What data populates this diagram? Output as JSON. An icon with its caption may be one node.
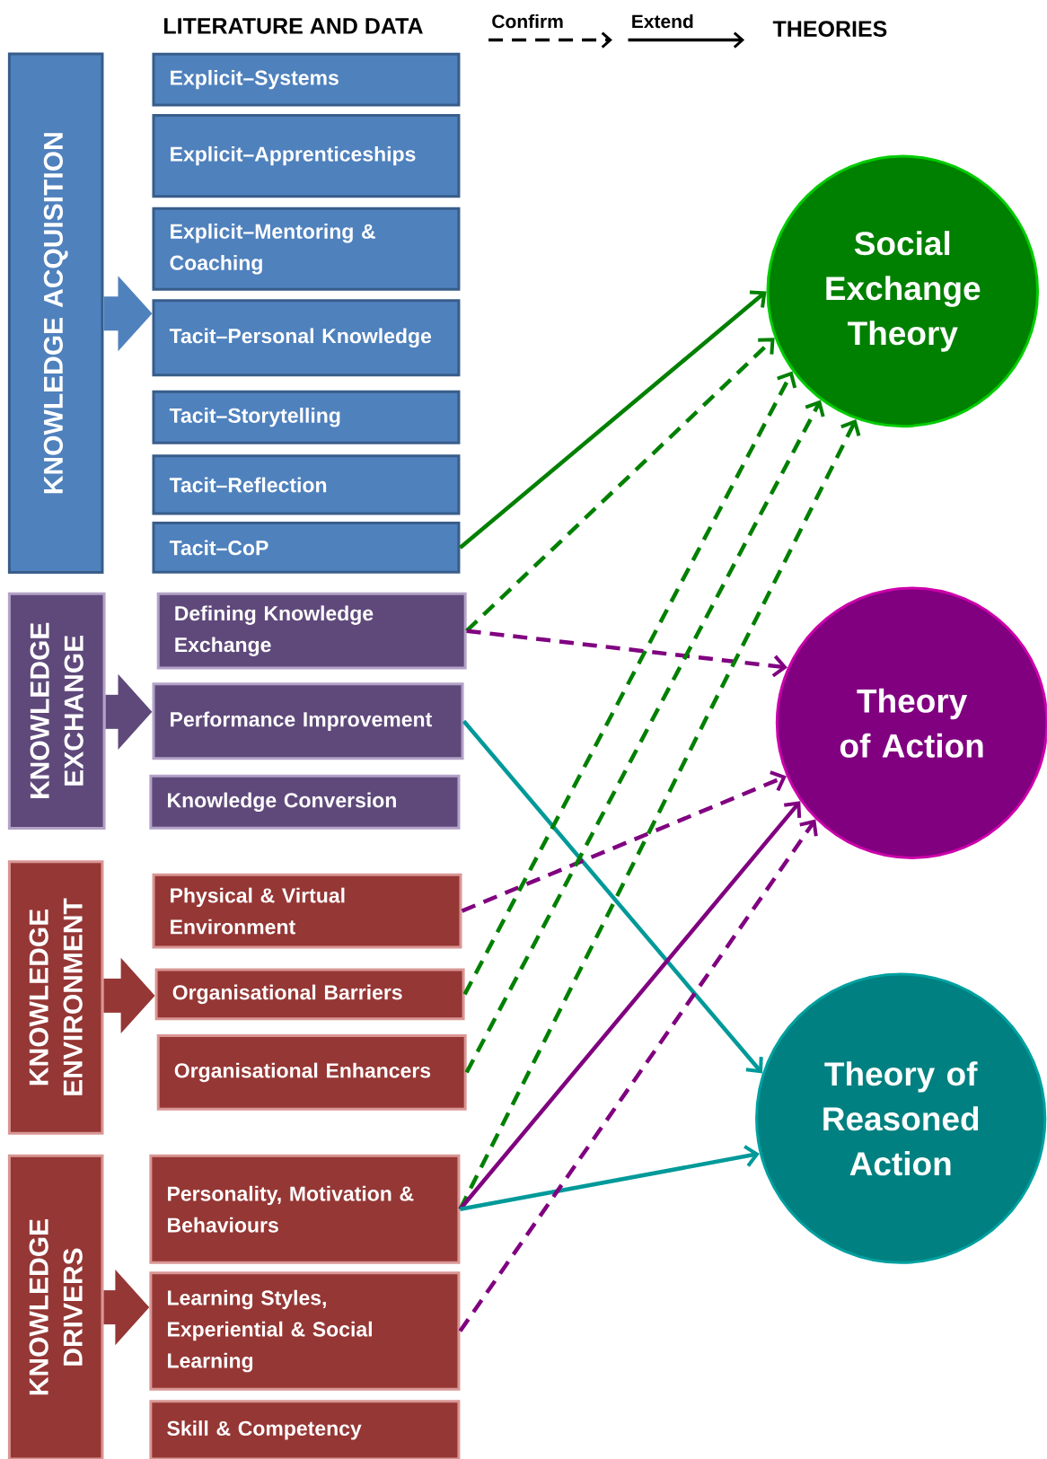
{
  "diagram": {
    "nodes": [
      {
        "text": [
          "KNOWLEDGE ACQUISITION"
        ]
      },
      {
        "text": [
          "Explicit–Systems"
        ]
      },
      {
        "text": [
          "Explicit–Apprenticeships"
        ]
      },
      {
        "text": [
          "Explicit–Mentoring & Coaching"
        ]
      },
      {
        "text": [
          "Tacit–Personal Knowledge"
        ]
      },
      {
        "text": [
          "Tacit–Storytelling"
        ]
      },
      {
        "text": [
          "Tacit–Reflection"
        ]
      },
      {
        "text": [
          "Tacit–CoP"
        ]
      },
      {
        "text": [
          "KNOWLEDGE EXCHANGE"
        ]
      },
      {
        "text": [
          "Defining Knowledge Exchange"
        ]
      },
      {
        "text": [
          "Performance Improvement"
        ]
      },
      {
        "text": [
          "Knowledge Conversion"
        ]
      },
      {
        "text": [
          "KNOWLEDGE ENVIRONMENT"
        ]
      },
      {
        "text": [
          "Physical & Virtual Environment"
        ]
      },
      {
        "text": [
          "Organisational Barriers"
        ]
      },
      {
        "text": [
          "Organisational Enhancers"
        ]
      },
      {
        "text": [
          "KNOWLEDGE DRIVERS"
        ]
      },
      {
        "text": [
          "Personality, Motivation & Behaviours"
        ]
      },
      {
        "text": [
          "Learning Styles, Experiential & Social Learning"
        ]
      },
      {
        "text": [
          "Skill & Competency"
        ]
      },
      {
        "text": [
          "Social Exchange Theory"
        ]
      },
      {
        "text": [
          "Theory of Action"
        ]
      },
      {
        "text": [
          "Theory of Reasoned Action"
        ]
      }
    ],
    "edges": [
      {
        "from": 0,
        "to": 4,
        "arrow": "to",
        "style": "thick",
        "color": "#4f81bd"
      },
      {
        "from": 8,
        "to": 10,
        "arrow": "to",
        "style": "thick",
        "color": "#5f497a"
      },
      {
        "from": 12,
        "to": 14,
        "arrow": "to",
        "style": "thick",
        "color": "#953735"
      },
      {
        "from": 16,
        "to": 18,
        "arrow": "to",
        "style": "thick",
        "color": "#953735"
      },
      {
        "from": 7,
        "to": 20,
        "arrow": "to"
      },
      {
        "from": 9,
        "to": 20,
        "arrow": "to",
        "style": "dashed"
      },
      {
        "from": 9,
        "to": 21,
        "arrow": "to",
        "style": "dashed",
        "color": "#800080"
      },
      {
        "from": 10,
        "to": 22,
        "arrow": "to",
        "color": "#009999"
      },
      {
        "from": 13,
        "to": 21,
        "arrow": "to",
        "style": "dashed",
        "color": "#800080"
      },
      {
        "from": 14,
        "to": 20,
        "arrow": "to",
        "style": "dashed"
      },
      {
        "from": 15,
        "to": 20,
        "arrow": "to",
        "style": "dashed"
      },
      {
        "from": 17,
        "to": 20,
        "arrow": "to",
        "style": "dashed"
      },
      {
        "from": 17,
        "to": 21,
        "arrow": "to",
        "color": "#800080"
      },
      {
        "from": 17,
        "to": 22,
        "arrow": "to",
        "color": "#009999"
      },
      {
        "from": 18,
        "to": 21,
        "arrow": "to",
        "style": "dashed",
        "color": "#800080"
      }
    ],
    "labels": [
      "LITERATURE AND DATA",
      "THEORIES"
    ],
    "legend": [
      {
        "text": "Confirm"
      },
      {
        "text": "Extend"
      }
    ]
  }
}
